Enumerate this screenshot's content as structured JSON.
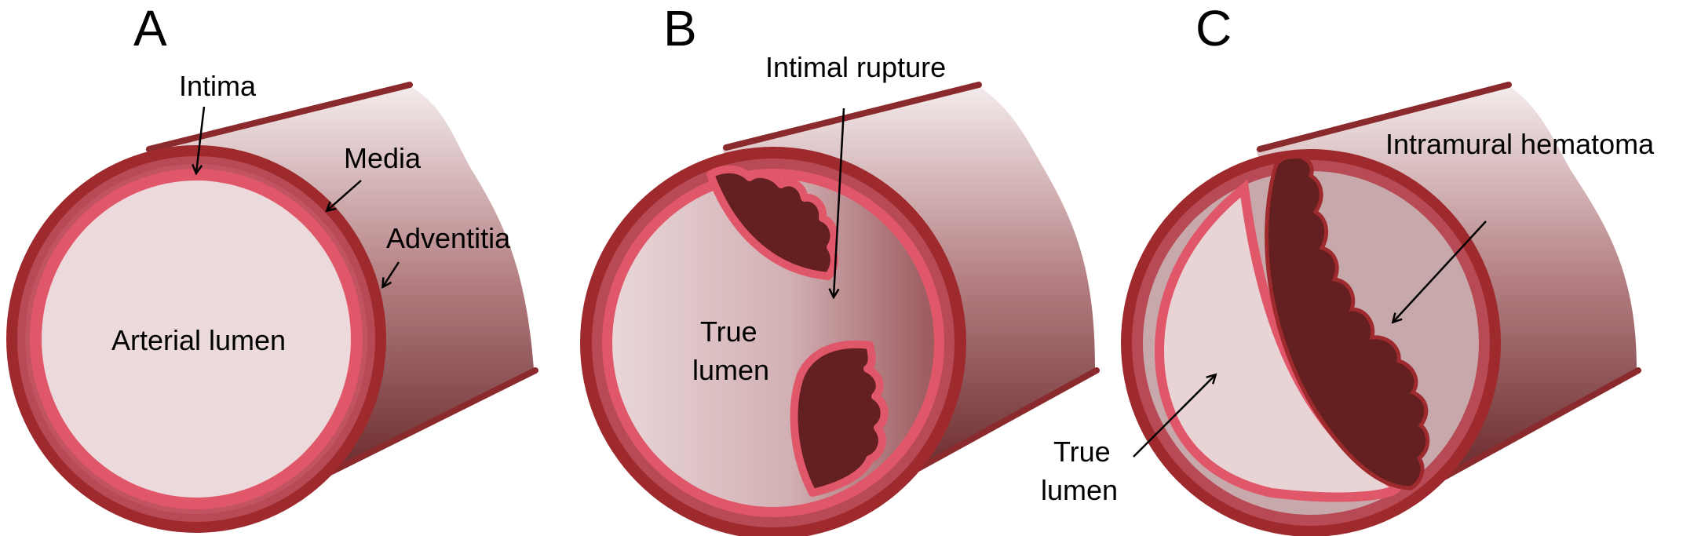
{
  "colors": {
    "adventitia": "#9e2a2e",
    "media": "#b84a55",
    "intima": "#e0576a",
    "lumen": "#ecd9db",
    "vessel_dark": "#5e1a1c",
    "hematoma": "#642021",
    "inner_wall": "#c8a9ab"
  },
  "panels": [
    {
      "letter": "A",
      "labels": {
        "intima": "Intima",
        "media": "Media",
        "adventitia": "Adventitia",
        "lumen": "Arterial lumen"
      }
    },
    {
      "letter": "B",
      "labels": {
        "rupture": "Intimal rupture",
        "true_lumen_line1": "True",
        "true_lumen_line2": "lumen"
      }
    },
    {
      "letter": "C",
      "labels": {
        "hematoma": "Intramural hematoma",
        "true_lumen_line1": "True",
        "true_lumen_line2": "lumen"
      }
    }
  ]
}
